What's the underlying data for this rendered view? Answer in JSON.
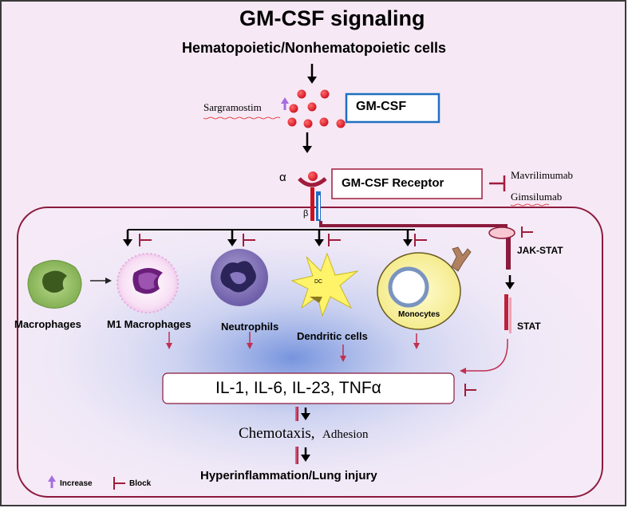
{
  "title": "GM-CSF signaling",
  "source_cells": "Hematopoietic/Nonhematopoietic cells",
  "drug_increase": "Sargramostim",
  "cytokine_label": "GM-CSF",
  "receptor_label": "GM-CSF Receptor",
  "receptor_blockers": [
    "Mavrilimumab",
    "Gimsilumab"
  ],
  "alpha_label": "α",
  "beta_label": "β",
  "cells": {
    "macrophages": "Macrophages",
    "m1_macrophages": "M1 Macrophages",
    "neutrophils": "Neutrophils",
    "dendritic_cells": "Dendritic cells",
    "dendritic_inner": "DC",
    "monocytes": "Monocytes"
  },
  "pathway": {
    "jak_stat": "JAK-STAT",
    "stat": "STAT"
  },
  "cytokines_output": "IL-1, IL-6, IL-23, TNFα",
  "chemotaxis": "Chemotaxis,",
  "adhesion": "Adhesion",
  "outcome": "Hyperinflammation/Lung injury",
  "legend": {
    "increase": "Increase",
    "block": "Block"
  },
  "colors": {
    "background": "#f7e8f5",
    "cell_membrane": "#8b1a3c",
    "block_red": "#a01c3c",
    "gmcsf_box": "#1f6fc0",
    "increase_purple": "#a66de0",
    "cytokine_dot": "#e0202c"
  }
}
